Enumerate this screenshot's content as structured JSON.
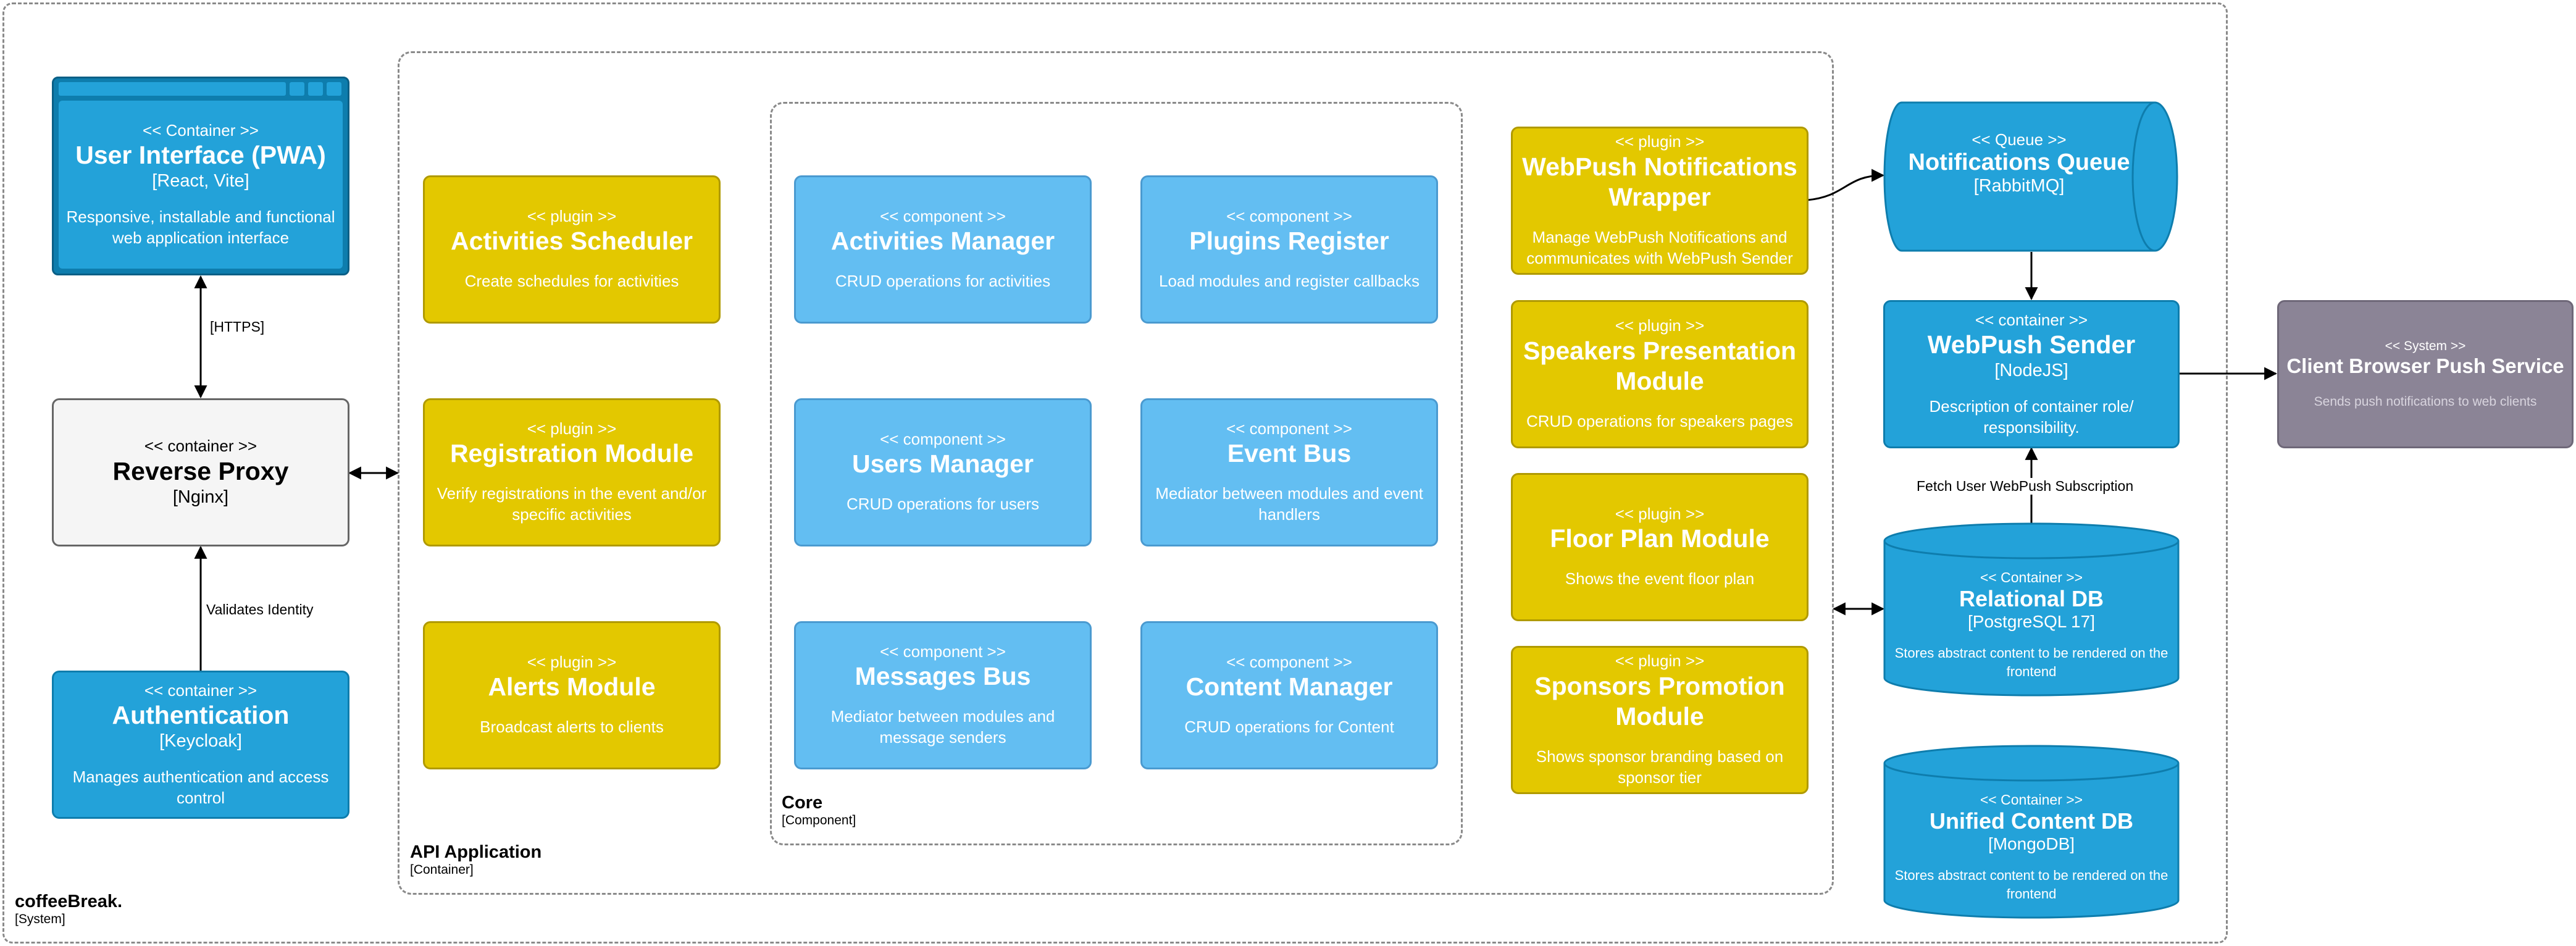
{
  "system": {
    "title": "coffeeBreak.",
    "type": "[System]"
  },
  "api": {
    "title": "API Application",
    "type": "[Container]"
  },
  "core": {
    "title": "Core",
    "type": "[Component]"
  },
  "ui": {
    "stereo": "<< Container >>",
    "name": "User Interface (PWA)",
    "tech": "[React, Vite]",
    "desc": "Responsive, installable and functional web application interface"
  },
  "proxy": {
    "stereo": "<< container >>",
    "name": "Reverse Proxy",
    "tech": "[Nginx]"
  },
  "auth": {
    "stereo": "<< container >>",
    "name": "Authentication",
    "tech": "[Keycloak]",
    "desc": "Manages authentication and access control"
  },
  "plugins_left": [
    {
      "stereo": "<< plugin >>",
      "name": "Activities Scheduler",
      "desc": "Create schedules for activities"
    },
    {
      "stereo": "<< plugin >>",
      "name": "Registration Module",
      "desc": "Verify registrations in the event and/or specific activities"
    },
    {
      "stereo": "<< plugin >>",
      "name": "Alerts Module",
      "desc": "Broadcast alerts to clients"
    }
  ],
  "components": [
    {
      "stereo": "<< component >>",
      "name": "Activities Manager",
      "desc": "CRUD operations for activities"
    },
    {
      "stereo": "<< component >>",
      "name": "Plugins Register",
      "desc": "Load modules and register callbacks"
    },
    {
      "stereo": "<< component >>",
      "name": "Users Manager",
      "desc": "CRUD operations for users"
    },
    {
      "stereo": "<< component >>",
      "name": "Event Bus",
      "desc": "Mediator between modules and event handlers"
    },
    {
      "stereo": "<< component >>",
      "name": "Messages Bus",
      "desc": "Mediator between modules and message senders"
    },
    {
      "stereo": "<< component >>",
      "name": "Content Manager",
      "desc": "CRUD operations for Content"
    }
  ],
  "plugins_right": [
    {
      "stereo": "<< plugin >>",
      "name": "WebPush Notifications Wrapper",
      "desc": "Manage WebPush Notifications and communicates with WebPush Sender"
    },
    {
      "stereo": "<< plugin >>",
      "name": "Speakers Presentation Module",
      "desc": "CRUD operations for speakers pages"
    },
    {
      "stereo": "<< plugin >>",
      "name": "Floor Plan Module",
      "desc": "Shows the event floor plan"
    },
    {
      "stereo": "<< plugin >>",
      "name": "Sponsors Promotion Module",
      "desc": "Shows sponsor branding based on sponsor tier"
    }
  ],
  "queue": {
    "stereo": "<< Queue >>",
    "name": "Notifications Queue",
    "tech": "[RabbitMQ]"
  },
  "webpush": {
    "stereo": "<< container >>",
    "name": "WebPush Sender",
    "tech": "[NodeJS]",
    "desc": "Description of container role/ responsibility."
  },
  "reldb": {
    "stereo": "<< Container >>",
    "name": "Relational DB",
    "tech": "[PostgreSQL 17]",
    "desc": "Stores abstract content to be rendered on the frontend"
  },
  "unidb": {
    "stereo": "<< Container >>",
    "name": "Unified Content DB",
    "tech": "[MongoDB]",
    "desc": "Stores abstract content to be rendered on the frontend"
  },
  "external": {
    "stereo": "<< System >>",
    "name": "Client Browser Push Service",
    "desc": "Sends push notifications to web clients"
  },
  "edges": {
    "https": "[HTTPS]",
    "validates": "Validates Identity",
    "fetch": "Fetch User WebPush Subscription"
  },
  "colors": {
    "plugin": "#e3c800",
    "component": "#63bef2",
    "container": "#23a2d9",
    "proxy": "#f5f5f5",
    "external_system": "#8b8496"
  }
}
